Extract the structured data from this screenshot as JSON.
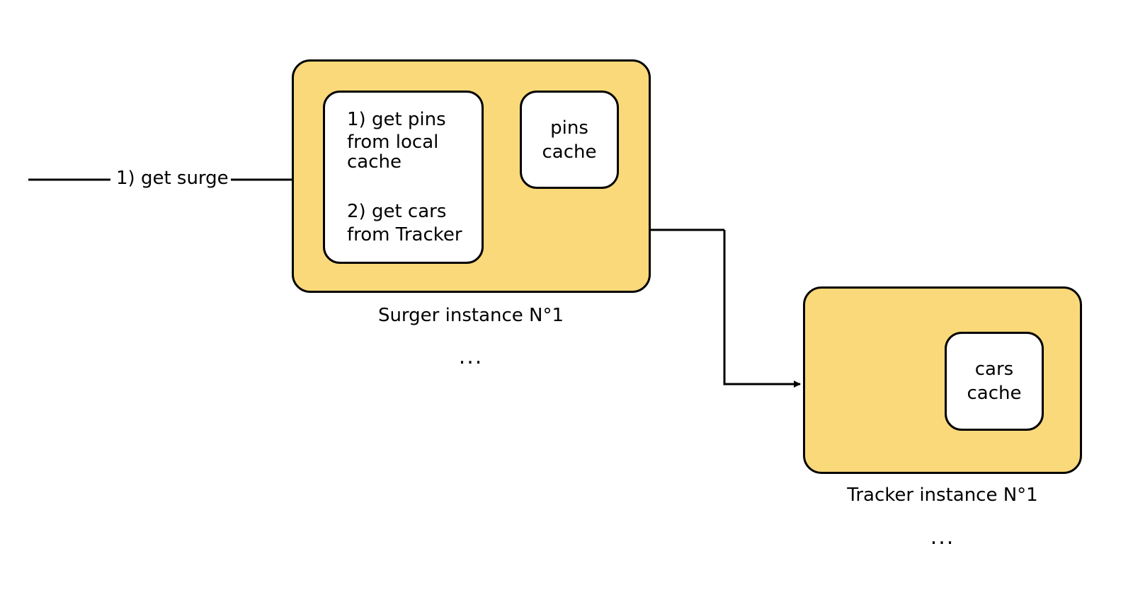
{
  "colors": {
    "instance_fill": "#F9D97A",
    "inner_fill": "#FFFFFF",
    "stroke": "#000000"
  },
  "request": {
    "label": "1) get surge"
  },
  "surger": {
    "steps": {
      "step1_lines": [
        "1) get pins",
        "from local",
        "cache"
      ],
      "step2_lines": [
        "2) get cars",
        "from Tracker"
      ]
    },
    "pins_cache": {
      "lines": [
        "pins",
        "cache"
      ]
    },
    "caption": "Surger instance N°1",
    "more": "..."
  },
  "tracker": {
    "cars_cache": {
      "lines": [
        "cars",
        "cache"
      ]
    },
    "caption": "Tracker instance N°1",
    "more": "..."
  }
}
